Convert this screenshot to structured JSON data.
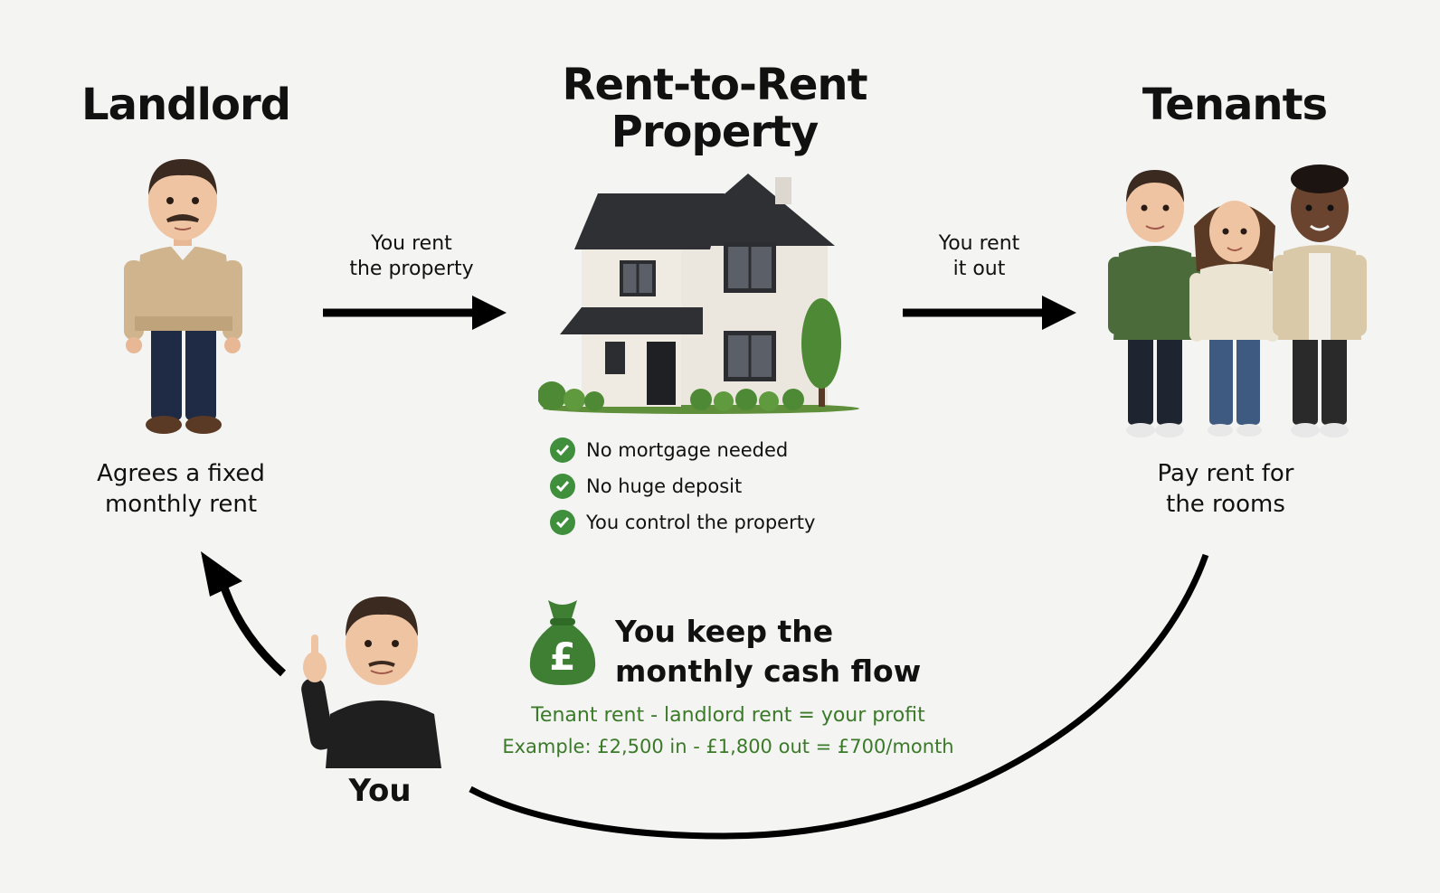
{
  "landlord": {
    "heading": "Landlord",
    "caption_line1": "Agrees a fixed",
    "caption_line2": "monthly rent"
  },
  "property": {
    "heading_line1": "Rent-to-Rent",
    "heading_line2": "Property",
    "benefits": [
      "No mortgage needed",
      "No huge deposit",
      "You control the property"
    ]
  },
  "tenants": {
    "heading": "Tenants",
    "caption_line1": "Pay rent for",
    "caption_line2": "the rooms"
  },
  "arrows": {
    "to_property_line1": "You rent",
    "to_property_line2": "the property",
    "to_tenants_line1": "You rent",
    "to_tenants_line2": "it out"
  },
  "you": {
    "label": "You"
  },
  "cash": {
    "bag_symbol": "£",
    "title_line1": "You keep the",
    "title_line2": "monthly cash flow",
    "formula": "Tenant rent - landlord rent = your profit",
    "example": "Example: £2,500 in - £1,800 out = £700/month"
  },
  "colors": {
    "accent_green": "#3f8f3c",
    "text_green": "#3a7a28",
    "arrow_black": "#000000",
    "background": "#f4f4f3"
  },
  "icons": [
    "landlord-figure",
    "house-illustration",
    "tenants-group",
    "you-figure",
    "money-bag-icon",
    "check-icon"
  ]
}
